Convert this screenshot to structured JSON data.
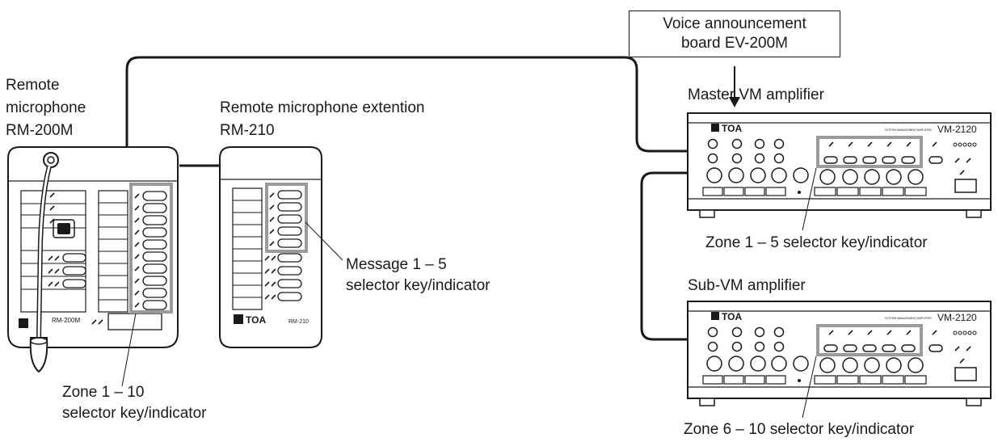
{
  "labels": {
    "rm200m_line1": "Remote",
    "rm200m_line2": "microphone",
    "rm200m_line3": "RM-200M",
    "rm210_line1": "Remote microphone extention",
    "rm210_line2": "RM-210",
    "master_vm": "Master VM amplifier",
    "sub_vm": "Sub-VM amplifier",
    "board_line1": "Voice announcement",
    "board_line2": "board EV-200M",
    "message_line1": "Message 1 – 5",
    "message_line2": "selector key/indicator",
    "zone110_line1": "Zone 1 – 10",
    "zone110_line2": "selector key/indicator",
    "zone15": "Zone 1 – 5 selector key/indicator",
    "zone610": "Zone 6 – 10 selector key/indicator"
  },
  "devices": {
    "brand": "TOA",
    "rm200m_model": "RM-200M",
    "rm210_model": "RM-210",
    "vm_model": "VM-2120",
    "vm_tagline": "SYSTEM MANAGEMENT AMPLIFIER"
  },
  "colors": {
    "highlight": "#9a9a9a",
    "line": "#1a1a1a"
  }
}
